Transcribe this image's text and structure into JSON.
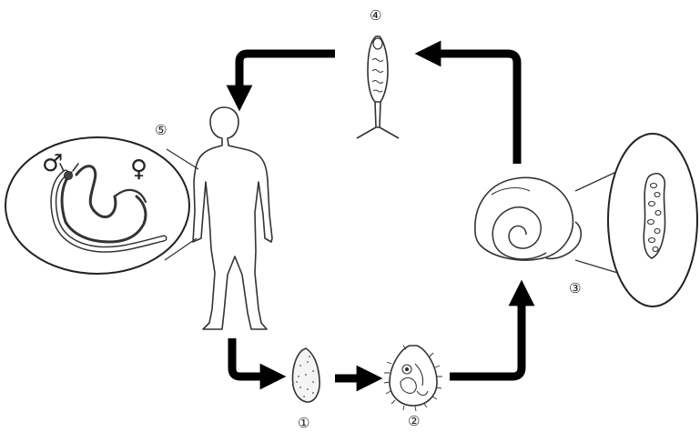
{
  "stages": [
    {
      "id": "egg",
      "label": "①"
    },
    {
      "id": "miracidium",
      "label": "②"
    },
    {
      "id": "snail",
      "label": "③"
    },
    {
      "id": "cercaria",
      "label": "④"
    },
    {
      "id": "adult-worms",
      "label": "⑤"
    }
  ],
  "symbols": {
    "male": "♂",
    "female": "♀"
  },
  "colors": {
    "arrow": "#000000",
    "outline": "#2a2a2a",
    "fill": "#ffffff"
  }
}
